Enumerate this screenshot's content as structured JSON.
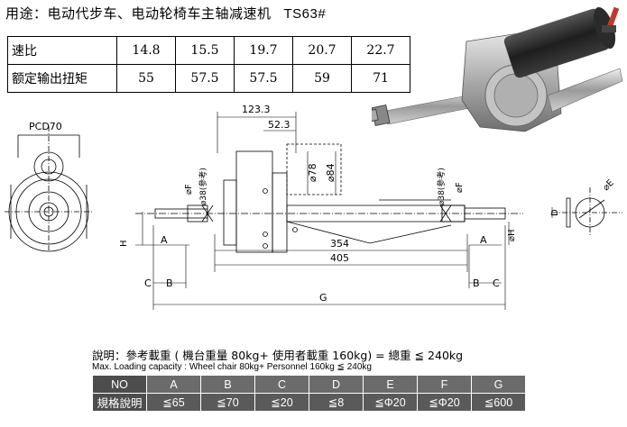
{
  "header": {
    "title": "用途：电动代步车、电动轮椅车主轴减速机",
    "model": "TS63#"
  },
  "ratio_table": {
    "rows": [
      {
        "label": "速比",
        "values": [
          "14.8",
          "15.5",
          "19.7",
          "20.7",
          "22.7"
        ]
      },
      {
        "label": "额定输出扭矩",
        "values": [
          "55",
          "57.5",
          "57.5",
          "59",
          "71"
        ]
      }
    ]
  },
  "drawing": {
    "pcd": "PCD70",
    "dim_1233": "123.3",
    "dim_523": "52.3",
    "phi_78": "⌀78",
    "phi_84": "⌀84",
    "phi_f": "⌀F",
    "phi_38_left": "⌀38(參考)",
    "phi_38_right": "⌀38(參考)",
    "phi_h": "⌀H",
    "phi_e": "⌀E",
    "label_a_left": "A",
    "label_a_right": "A",
    "label_b_left": "B",
    "label_b_right": "B",
    "label_c_left": "C",
    "label_c_right": "C",
    "label_h": "H",
    "label_d": "D",
    "dim_354": "354",
    "dim_405": "405",
    "label_g": "G"
  },
  "notes": {
    "cn": "說明：參考載重 ( 機台重量 80kg+ 使用者載重 160kg) = 總重 ≦ 240kg",
    "en": "Max. Loading capacity : Wheel chair 80kg+ Personnel 160kg ≦ 240kg"
  },
  "spec_table": {
    "header": [
      "NO",
      "A",
      "B",
      "C",
      "D",
      "E",
      "F",
      "G"
    ],
    "row": [
      "規格說明",
      "≦65",
      "≦70",
      "≦20",
      "≦8",
      "≦Φ20",
      "≦Φ20",
      "≦600"
    ]
  },
  "colors": {
    "table_header_bg": "#6b6b6b",
    "table_row_bg": "#5a5a5a",
    "motor_body": "#2a2a2a",
    "gearbox": "#b9b9b9",
    "lever": "#c0392b"
  }
}
